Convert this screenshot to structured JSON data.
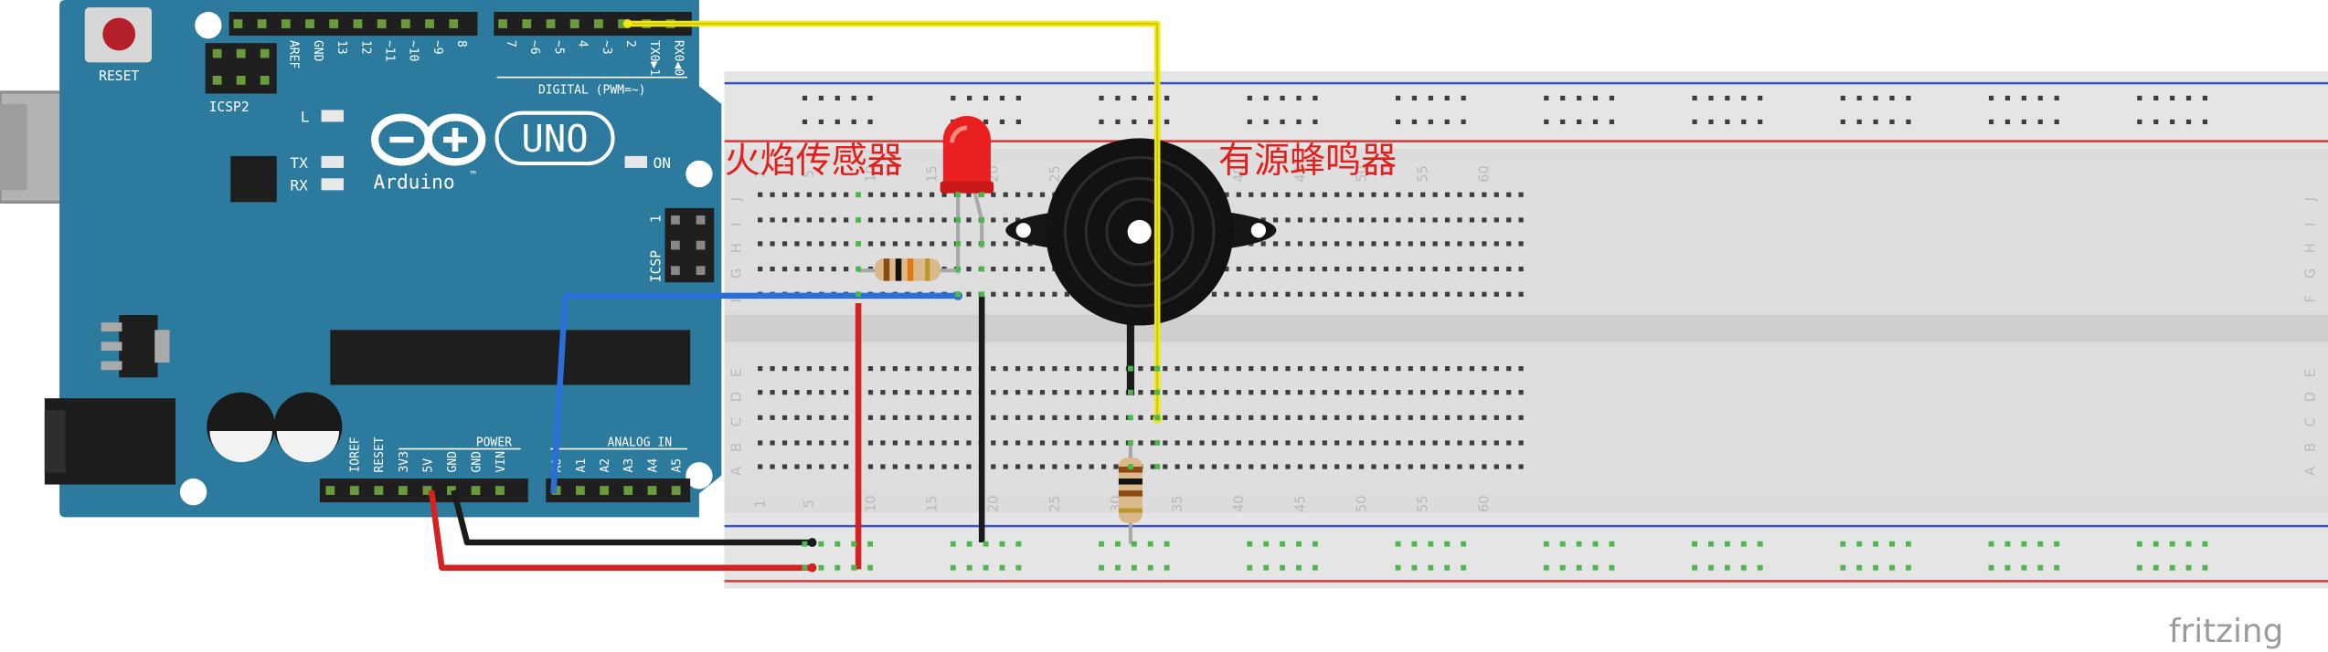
{
  "labels": {
    "flame_sensor": "火焰传感器",
    "active_buzzer": "有源蜂鸣器",
    "watermark": "fritzing"
  },
  "arduino": {
    "reset": "RESET",
    "icsp2": "ICSP2",
    "icsp": "ICSP",
    "brand": "Arduino",
    "trademark": "™",
    "model": "UNO",
    "led_l": "L",
    "led_tx": "TX",
    "led_rx": "RX",
    "led_on": "ON",
    "digital_header": "DIGITAL (PWM=~)",
    "power_header": "POWER",
    "analog_header": "ANALOG IN",
    "top_pins": [
      "AREF",
      "GND",
      "13",
      "12",
      "~11",
      "~10",
      "~9",
      "8",
      "7",
      "~6",
      "~5",
      "4",
      "~3",
      "2",
      "TX0▶1",
      "RX0◀0"
    ],
    "bottom_power_pins": [
      "IOREF",
      "RESET",
      "3V3",
      "5V",
      "GND",
      "GND",
      "VIN"
    ],
    "bottom_analog_pins": [
      "A0",
      "A1",
      "A2",
      "A3",
      "A4",
      "A5"
    ],
    "icsp_pin1": "1"
  },
  "breadboard": {
    "top_rows": [
      "J",
      "I",
      "H",
      "G",
      "F"
    ],
    "bottom_rows": [
      "E",
      "D",
      "C",
      "B",
      "A"
    ],
    "column_numbers": [
      "1",
      "5",
      "10",
      "15",
      "20",
      "25",
      "30",
      "35",
      "40",
      "45",
      "50",
      "55",
      "60"
    ]
  },
  "wire_colors": {
    "signal_buzzer": "#f1e80e",
    "signal_sensor": "#2b6fd6",
    "power_5v": "#d42222",
    "ground": "#1a1a1a"
  },
  "colors": {
    "board": "#2c7b9e",
    "label_red": "#e0201c"
  }
}
